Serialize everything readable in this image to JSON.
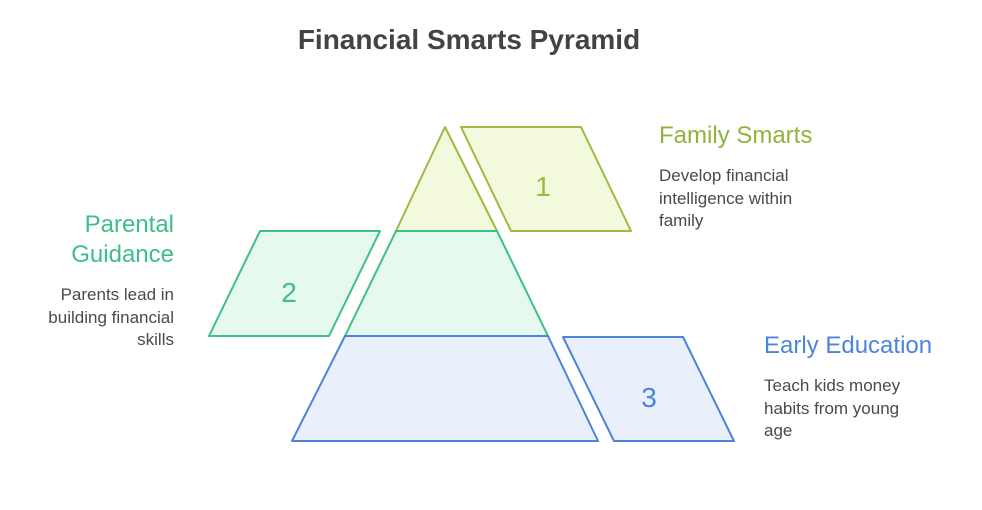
{
  "title": "Financial Smarts Pyramid",
  "colors": {
    "level1_stroke": "#9dbb3f",
    "level1_fill": "#f3f9dc",
    "level2_stroke": "#3dbf87",
    "level2_fill": "#e5f9ef",
    "level3_stroke": "#4d84db",
    "level3_fill": "#e9f0fb",
    "description_text": "#4a4a4a",
    "title_text": "#434343"
  },
  "levels": [
    {
      "number": "1",
      "heading": "Family Smarts",
      "description": "Develop financial intelligence within family",
      "position": "top",
      "label_side": "right"
    },
    {
      "number": "2",
      "heading": "Parental Guidance",
      "description": "Parents lead in building financial skills",
      "position": "middle",
      "label_side": "left"
    },
    {
      "number": "3",
      "heading": "Early Education",
      "description": "Teach kids money habits from young age",
      "position": "bottom",
      "label_side": "right"
    }
  ]
}
